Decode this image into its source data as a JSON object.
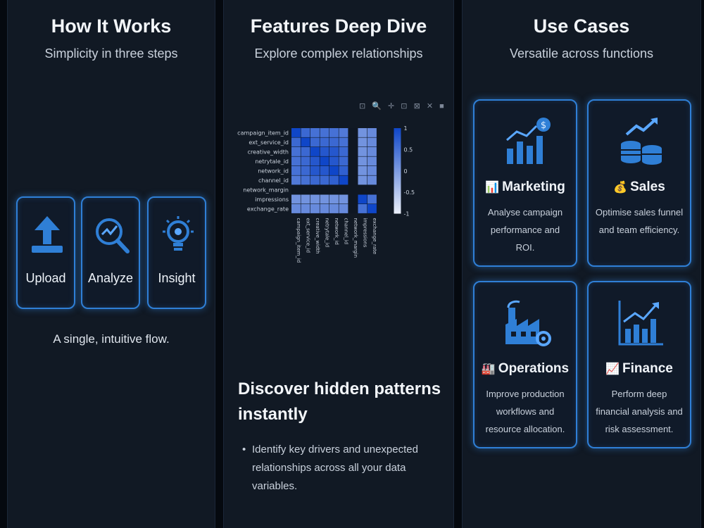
{
  "how_it_works": {
    "title": "How It Works",
    "subtitle": "Simplicity in three steps",
    "steps": [
      {
        "label": "Upload",
        "icon": "upload-icon"
      },
      {
        "label": "Analyze",
        "icon": "analyze-magnifier-icon"
      },
      {
        "label": "Insight",
        "icon": "lightbulb-icon"
      }
    ],
    "footer": "A single, intuitive flow."
  },
  "features": {
    "title": "Features Deep Dive",
    "subtitle": "Explore complex relationships",
    "toolbar_icons": "⊡ 🔍 ✛ ⊡ ⊠ ✕ ■",
    "heading": "Discover hidden patterns instantly",
    "bullet": "Identify key drivers and unexpected relationships across all your data variables."
  },
  "use_cases": {
    "title": "Use Cases",
    "subtitle": "Versatile across functions",
    "cards": [
      {
        "emoji": "📊",
        "title": "Marketing",
        "desc": "Analyse campaign performance and ROI.",
        "icon": "bar-chart-dollar-icon"
      },
      {
        "emoji": "💰",
        "title": "Sales",
        "desc": "Optimise sales funnel and team efficiency.",
        "icon": "coins-growth-icon"
      },
      {
        "emoji": "🏭",
        "title": "Operations",
        "desc": "Improve production workflows and resource allocation.",
        "icon": "factory-icon"
      },
      {
        "emoji": "📈",
        "title": "Finance",
        "desc": "Perform deep financial analysis and risk assessment.",
        "icon": "finance-chart-icon"
      }
    ]
  },
  "colors": {
    "accent": "#2f7fd6",
    "panel_bg": "#111924",
    "page_bg": "#05090f"
  },
  "chart_data": {
    "type": "heatmap",
    "title": "",
    "variables": [
      "campaign_item_id",
      "ext_service_id",
      "creative_width",
      "netrytale_id",
      "network_id",
      "channel_id",
      "network_margin",
      "impressions",
      "exchange_rate"
    ],
    "colorbar": {
      "min": -1,
      "max": 1,
      "ticks": [
        1,
        0.5,
        0,
        -0.5,
        -1
      ]
    },
    "matrix": [
      [
        1.0,
        0.6,
        0.5,
        0.5,
        0.5,
        0.4,
        null,
        0.1,
        0.2
      ],
      [
        0.6,
        1.0,
        0.6,
        0.6,
        0.6,
        0.5,
        null,
        0.1,
        0.2
      ],
      [
        0.5,
        0.6,
        1.0,
        0.8,
        0.8,
        0.6,
        null,
        0.1,
        0.2
      ],
      [
        0.5,
        0.6,
        0.8,
        1.0,
        0.8,
        0.6,
        null,
        0.1,
        0.2
      ],
      [
        0.5,
        0.6,
        0.8,
        0.8,
        1.0,
        0.7,
        null,
        0.1,
        0.2
      ],
      [
        0.4,
        0.5,
        0.6,
        0.6,
        0.7,
        1.0,
        null,
        0.1,
        0.2
      ],
      [
        null,
        null,
        null,
        null,
        null,
        null,
        null,
        null,
        null
      ],
      [
        0.1,
        0.1,
        0.1,
        0.1,
        0.1,
        0.1,
        null,
        1.0,
        0.5
      ],
      [
        0.2,
        0.2,
        0.2,
        0.2,
        0.2,
        0.2,
        null,
        0.5,
        1.0
      ]
    ]
  }
}
